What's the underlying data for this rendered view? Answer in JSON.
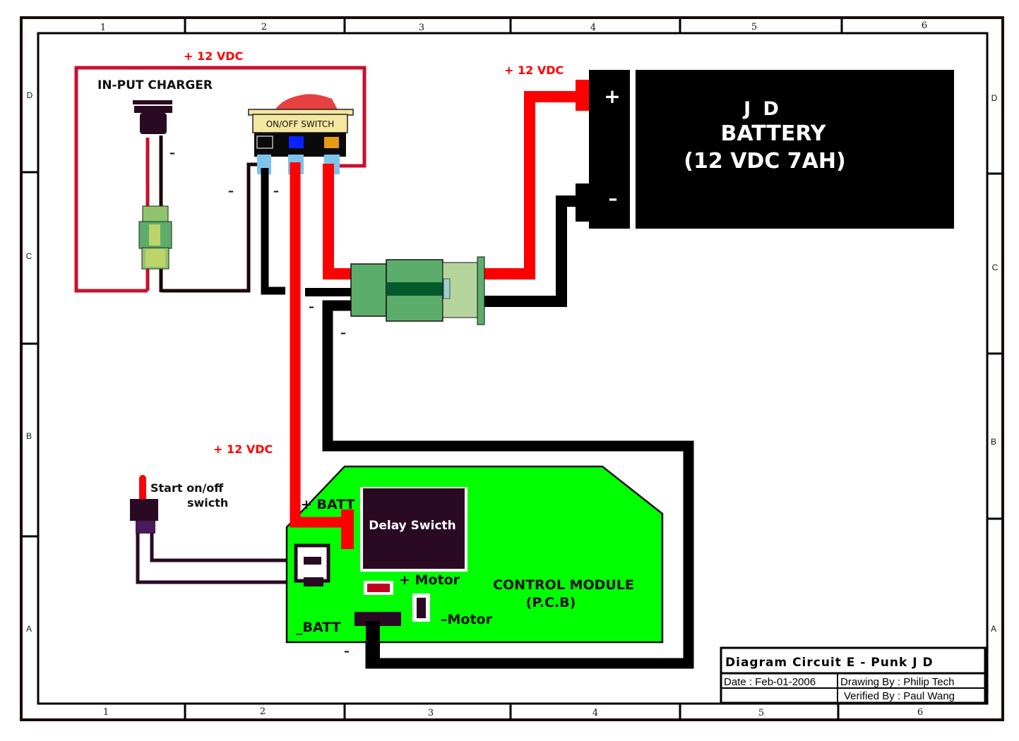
{
  "diagram": {
    "title": "Diagram Circuit  E - Punk  J D",
    "grid": {
      "columns": [
        "1",
        "2",
        "3",
        "4",
        "5",
        "6"
      ],
      "rows": [
        "D",
        "C",
        "B",
        "A"
      ]
    },
    "labels": {
      "charger_vdc": "+ 12 VDC",
      "battery_vdc": "+ 12 VDC",
      "module_vdc": "+ 12 VDC",
      "input_charger": "IN-PUT CHARGER",
      "onoff_switch": "ON/OFF SWITCH",
      "battery_name": "J D",
      "battery_word": "BATTERY",
      "battery_spec": "(12 VDC 7AH)",
      "battery_plus": "+",
      "battery_minus": "–",
      "start_switch_line1": "Start on/off",
      "start_switch_line2": "swicth",
      "batt_plus": "+ BATT",
      "batt_minus": "_BATT",
      "delay_switch": "Delay Swicth",
      "motor_plus": "+ Motor",
      "motor_minus": "–Motor",
      "control_module": "CONTROL MODULE",
      "pcb": "(P.C.B)",
      "neg_marks": [
        "–",
        "–",
        "–",
        "–",
        "–",
        "–"
      ]
    },
    "title_block": {
      "title": "Diagram Circuit  E - Punk  J D",
      "date": "Date : Feb-01-2006",
      "drawing_by": "Drawing By : Philip Tech",
      "verified_by": "Verified By : Paul Wang"
    },
    "colors": {
      "positive_wire": "#ff0000",
      "negative_wire": "#000000",
      "charger_loop": "#c8102e",
      "pcb_green": "#00ff00",
      "connector_green": "#5cad6b",
      "delay_switch": "#2a0a22",
      "switch_label_bg": "#f5e6a0"
    }
  }
}
